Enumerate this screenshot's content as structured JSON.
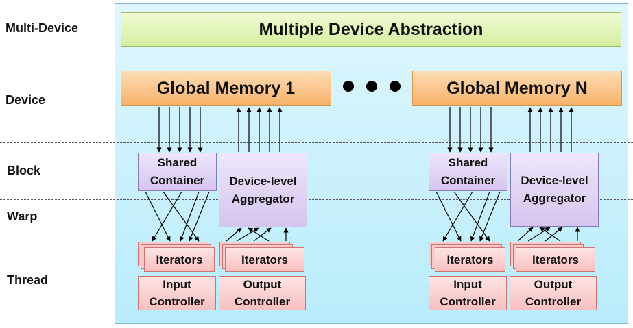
{
  "levels": {
    "multi_device": "Multi-Device",
    "device": "Device",
    "block": "Block",
    "warp": "Warp",
    "thread": "Thread"
  },
  "title": "Multiple Device Abstraction",
  "device1": {
    "global_memory": "Global Memory 1",
    "shared_container": "Shared Container",
    "aggregator": "Device-level Aggregator",
    "iterators_left": "Iterators",
    "iterators_right": "Iterators",
    "input_controller": "Input Controller",
    "output_controller": "Output Controller"
  },
  "deviceN": {
    "global_memory": "Global Memory N",
    "shared_container": "Shared Container",
    "aggregator": "Device-level Aggregator",
    "iterators_left": "Iterators",
    "iterators_right": "Iterators",
    "input_controller": "Input Controller",
    "output_controller": "Output Controller"
  },
  "colors": {
    "panel": "#c9f0fc",
    "abstraction": "#dff2b8",
    "global_memory": "#f9c285",
    "purple_box": "#dfd1f2",
    "pink_box": "#fbd0d0"
  }
}
